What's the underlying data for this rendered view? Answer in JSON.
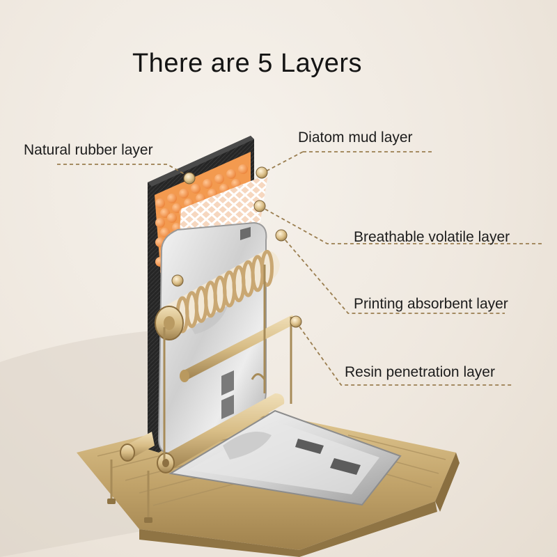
{
  "title": "There are 5 Layers",
  "layers": [
    {
      "key": "rubber",
      "label": "Natural rubber layer"
    },
    {
      "key": "diatom",
      "label": "Diatom mud layer"
    },
    {
      "key": "breath",
      "label": "Breathable volatile layer"
    },
    {
      "key": "printing",
      "label": "Printing absorbent layer"
    },
    {
      "key": "resin",
      "label": "Resin penetration layer"
    }
  ],
  "colors": {
    "background": "#efe8df",
    "rubber": "#2a2a2a",
    "foam": "#f39a4f",
    "mesh": "#f7eadf",
    "silver": "#d6d6d6",
    "gold": "#c9ad78",
    "leader": "#9a7e50"
  },
  "icons": [
    "roller-icon",
    "marker-dot-icon"
  ]
}
